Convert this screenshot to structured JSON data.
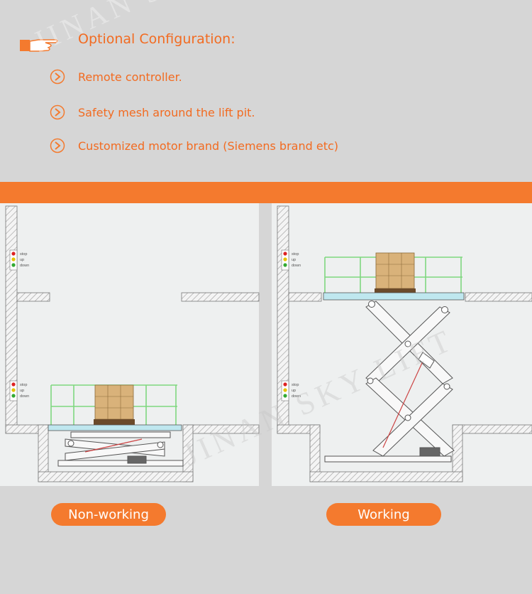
{
  "header": {
    "title": "Optional Configuration:",
    "options": [
      "Remote controller.",
      "Safety mesh around the lift pit.",
      "Customized motor brand (Siemens brand etc)"
    ]
  },
  "diagrams": {
    "left_caption": "Non-working",
    "right_caption": "Working",
    "panel_buttons": [
      "stop",
      "up",
      "down"
    ]
  },
  "watermark": "JINAN SKY LIFT",
  "colors": {
    "accent": "#f47a2e",
    "text_accent": "#f26b21",
    "background": "#d6d6d6",
    "guardrail": "#8fe08f",
    "platform": "#bfe7ef",
    "cargo": "#d9b27a"
  }
}
